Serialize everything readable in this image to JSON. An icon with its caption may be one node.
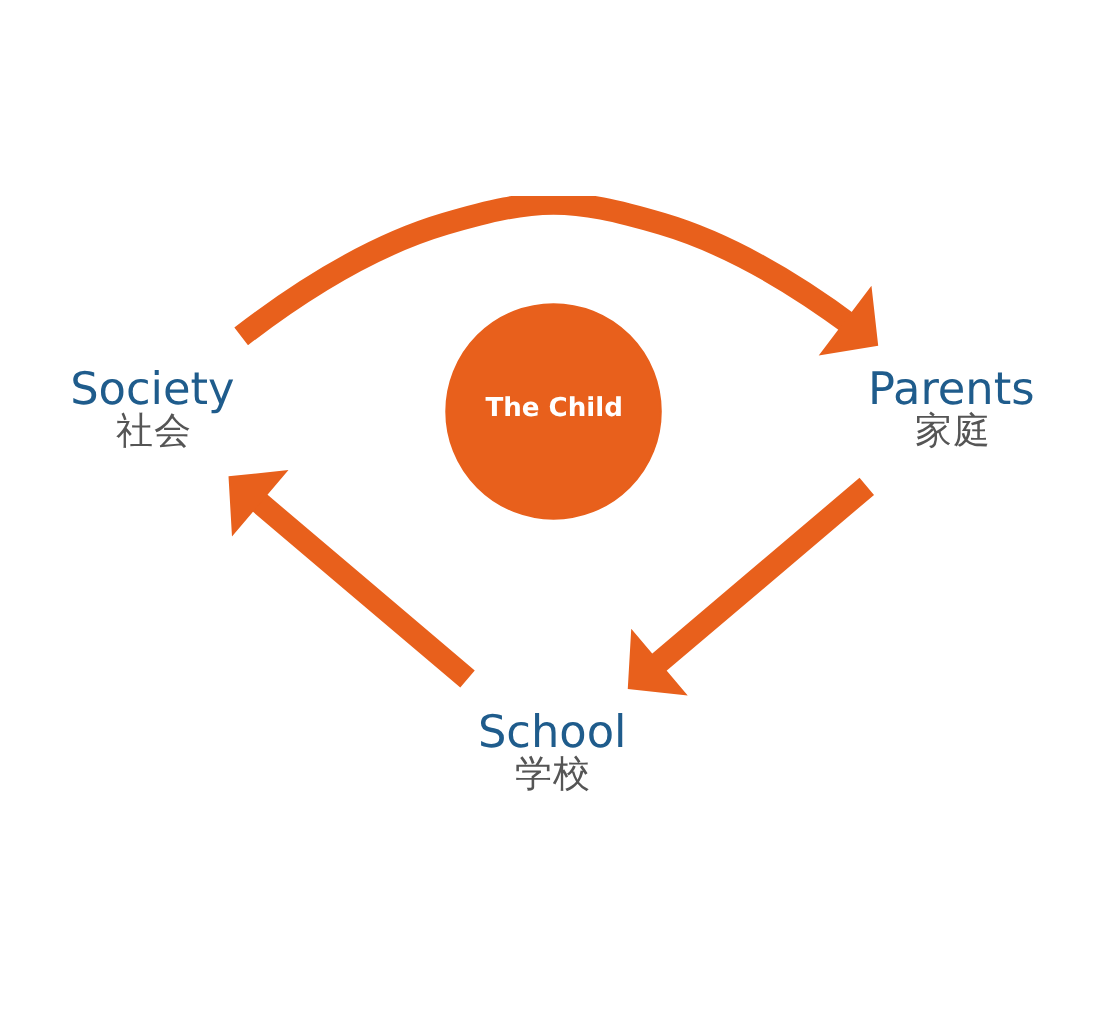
{
  "diagram": {
    "nodes": [
      {
        "text": [
          "Society",
          "社会"
        ]
      },
      {
        "text": [
          "Parents",
          "家庭"
        ]
      },
      {
        "text": [
          "School",
          "学校"
        ]
      },
      {
        "text": [
          "The Child"
        ]
      }
    ],
    "edges": [
      {
        "from": 0,
        "to": 1,
        "arrow": "to"
      },
      {
        "from": 1,
        "to": 2,
        "arrow": "to"
      },
      {
        "from": 2,
        "to": 0,
        "arrow": "to"
      }
    ]
  }
}
